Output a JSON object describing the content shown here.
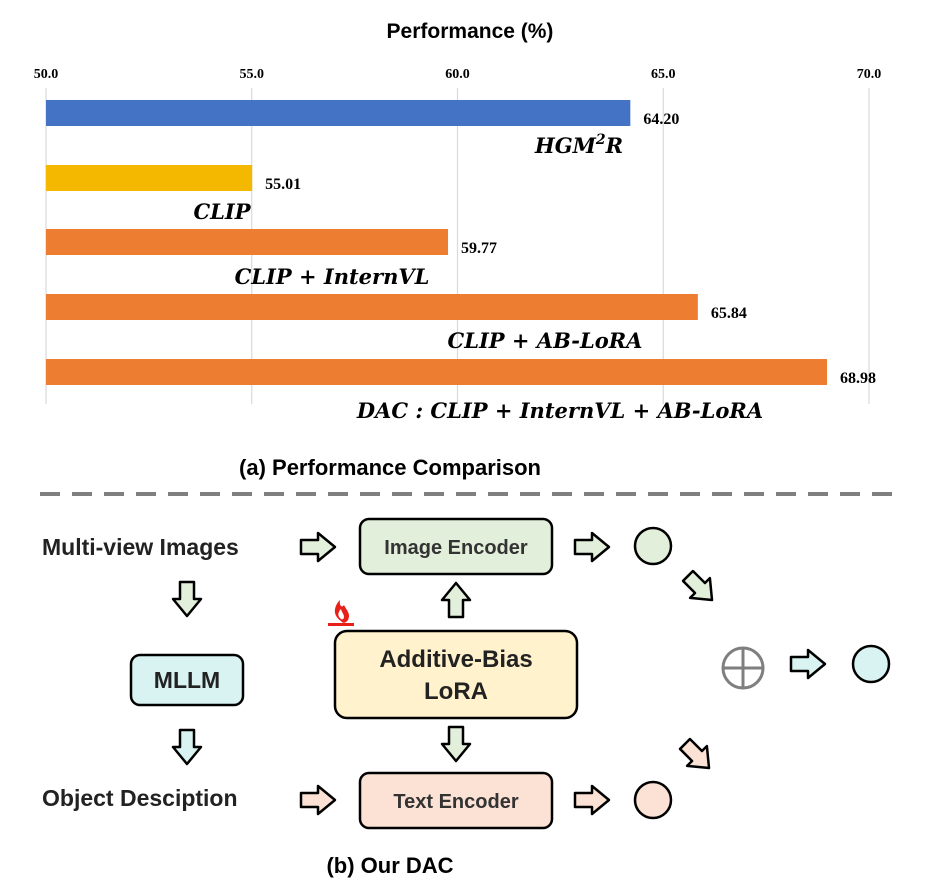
{
  "chart_data": {
    "type": "bar",
    "orientation": "horizontal",
    "title": "Performance (%)",
    "caption": "(a) Performance Comparison",
    "xlim": [
      50.0,
      70.0
    ],
    "ticks": [
      "50.0",
      "55.0",
      "60.0",
      "65.0",
      "70.0"
    ],
    "grid": true,
    "series": [
      {
        "label_parts": [
          "HGM",
          "2",
          "R"
        ],
        "value": 64.2,
        "value_label": "64.20",
        "color": "#4472C4"
      },
      {
        "label_parts": [
          "CLIP"
        ],
        "value": 55.01,
        "value_label": "55.01",
        "color": "#F5B800"
      },
      {
        "label_parts": [
          "CLIP + InternVL"
        ],
        "value": 59.77,
        "value_label": "59.77",
        "color": "#ED7D31"
      },
      {
        "label_parts": [
          "CLIP + AB-LoRA"
        ],
        "value": 65.84,
        "value_label": "65.84",
        "color": "#ED7D31"
      },
      {
        "label_parts": [
          "DAC :  CLIP + InternVL + AB-LoRA"
        ],
        "value": 68.98,
        "value_label": "68.98",
        "color": "#ED7D31"
      }
    ]
  },
  "diagram": {
    "caption": "(b) Our DAC",
    "input_images": "Multi-view Images",
    "mllm": "MLLM",
    "object_description": "Object Desciption",
    "image_encoder": "Image Encoder",
    "text_encoder": "Text Encoder",
    "lora_line1": "Additive-Bias",
    "lora_line2": "LoRA",
    "fire_icon": "fire-icon",
    "plus_symbol": "⊕",
    "colors": {
      "image_fill": "#E2EFDA",
      "text_fill": "#FBE2D5",
      "mllm_fill": "#D9F2F2",
      "lora_fill": "#FFF2CC",
      "out_fill": "#D9F2F2",
      "fire": "#E8201A"
    }
  }
}
